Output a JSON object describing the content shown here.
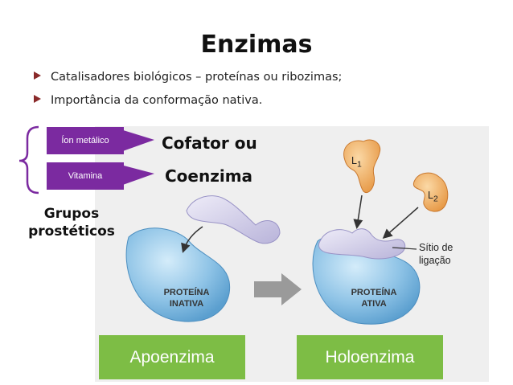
{
  "title": "Enzimas",
  "bullets": [
    "Catalisadores biológicos – proteínas ou ribozimas;",
    "Importância da conformação nativa."
  ],
  "cofactor_tags": [
    "Íon metálico",
    "Vitamina"
  ],
  "cofactor_heading_line1": "Cofator ou",
  "cofactor_heading_line2": "Coenzima",
  "grupos_line1": "Grupos",
  "grupos_line2": "prostéticos",
  "inactive_protein_line1": "PROTEÍNA",
  "inactive_protein_line2": "INATIVA",
  "active_protein_line1": "PROTEÍNA",
  "active_protein_line2": "ATIVA",
  "ligand1": "L",
  "ligand1_sub": "1",
  "ligand2": "L",
  "ligand2_sub": "2",
  "site_label_line1": "Sítio de",
  "site_label_line2": "ligação",
  "apoenzyme_label": "Apoenzima",
  "holoenzyme_label": "Holoenzima",
  "colors": {
    "tag": "#7b2aa0",
    "green": "#7dbd45",
    "protein": "#8ec3e6",
    "ligand": "#f2b46a",
    "coenzyme": "#d3d0ea"
  }
}
